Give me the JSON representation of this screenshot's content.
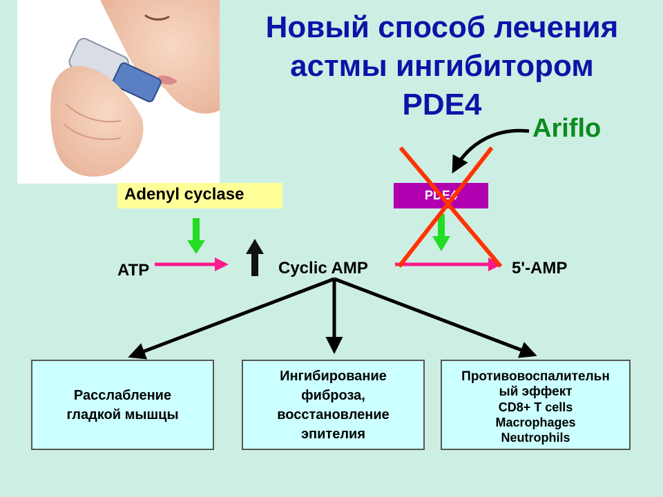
{
  "title": {
    "line1": "Новый способ лечения",
    "line2": "астмы ингибитором",
    "line3": "PDE4"
  },
  "photo": {
    "subject": "child using asthma inhaler"
  },
  "drug": {
    "label": "Ariflo"
  },
  "enzymes": {
    "adenyl": "Adenyl cyclase",
    "pde4": "PDE4"
  },
  "pathway": {
    "atp": "ATP",
    "camp": "Cyclic AMP",
    "amp5": "5'-AMP"
  },
  "effects": {
    "box1": {
      "line1": "Расслабление",
      "line2": "гладкой мышцы"
    },
    "box2": {
      "line1": "Ингибирование",
      "line2": "фиброза,",
      "line3": "восстановление",
      "line4": "эпителия"
    },
    "box3": {
      "line1": "Противовоспалительн",
      "line2": "ый эффект",
      "line3": "CD8+ T cells",
      "line4": "Macrophages",
      "line5": "Neutrophils"
    }
  },
  "colors": {
    "background": "#cdeee3",
    "title": "#0a14a8",
    "ariflo": "#0b8a1e",
    "adenyl_bg": "#ffff99",
    "pde4_bg": "#b000b0",
    "effect_bg": "#ccffff",
    "reaction_arrow": "#ff1a8c",
    "stimulate_arrow": "#22dd22",
    "inhibition_cross": "#ff3300"
  },
  "icons": [
    "inhaler-photo",
    "stimulate-arrow-icon",
    "increase-arrow-icon",
    "inhibition-cross-icon",
    "curved-arrow-icon"
  ]
}
